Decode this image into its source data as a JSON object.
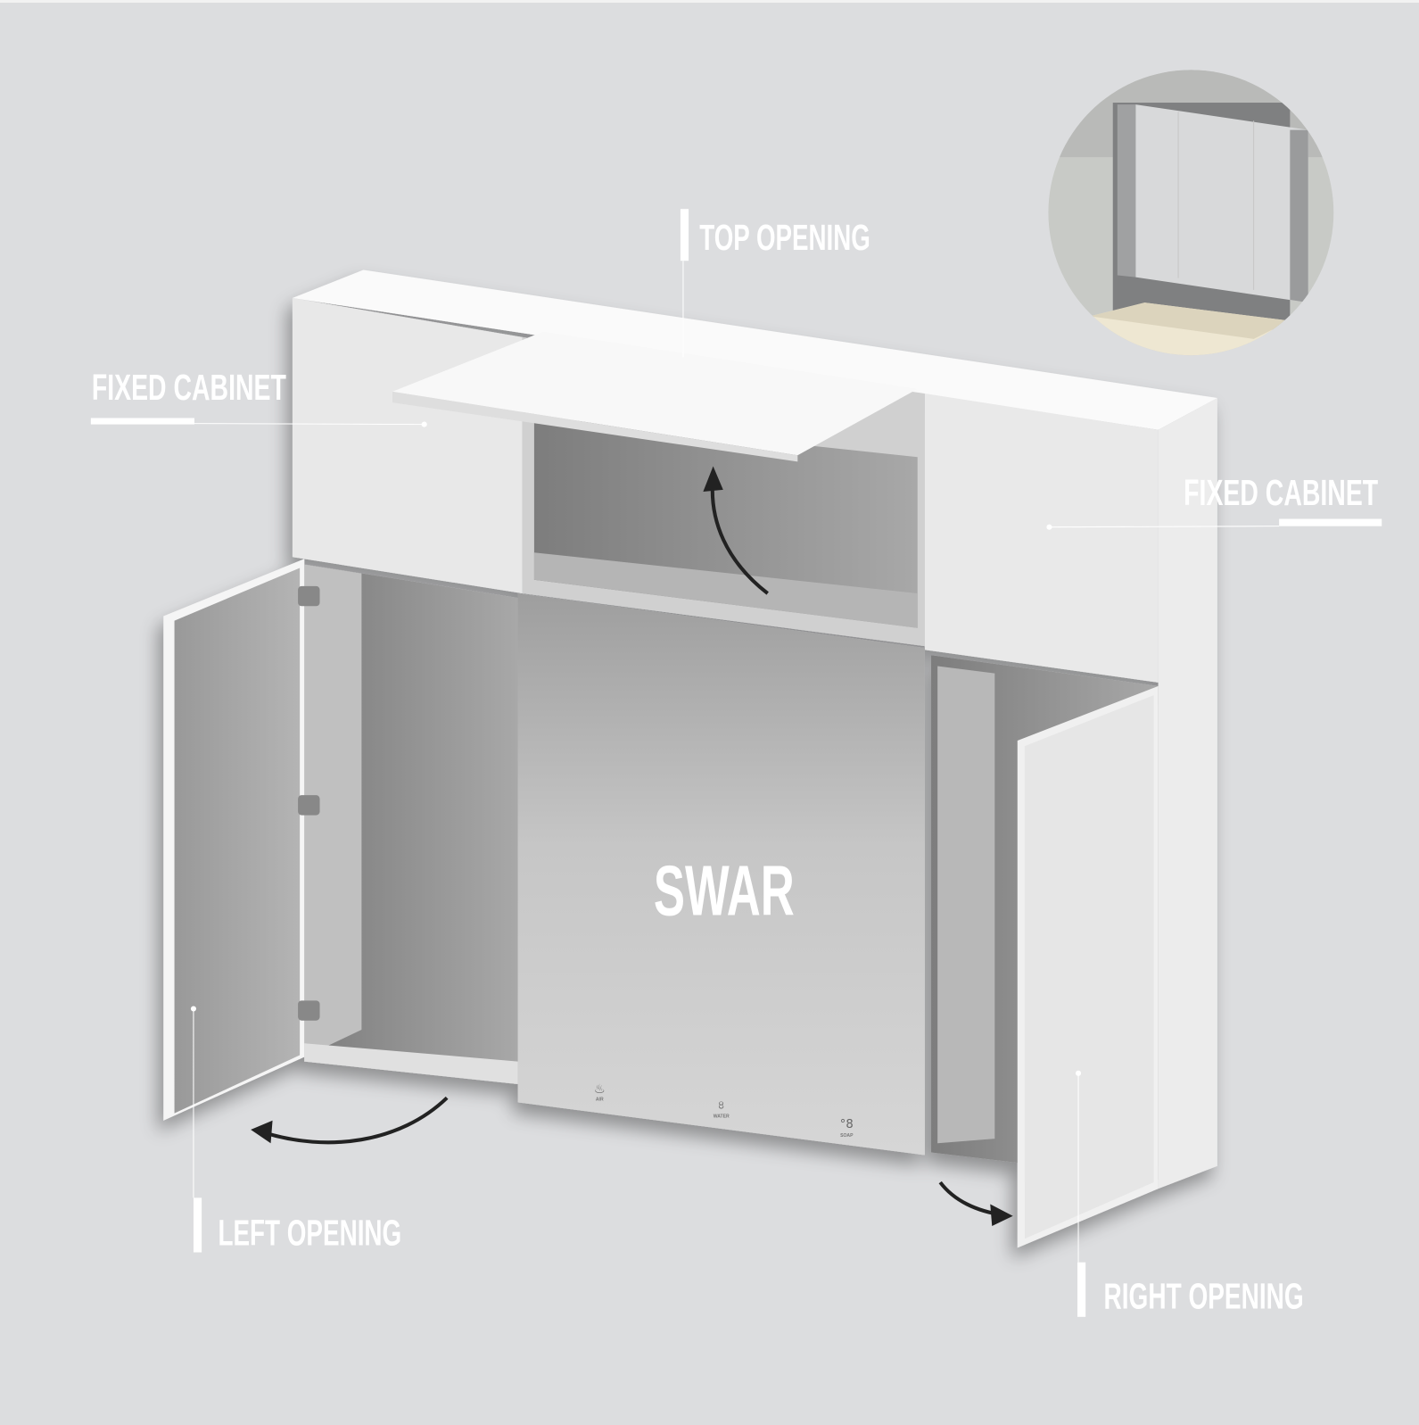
{
  "labels": {
    "top_opening": "TOP OPENING",
    "fixed_cabinet_left": "FIXED CABINET",
    "fixed_cabinet_right": "FIXED CABINET",
    "left_opening": "LEFT OPENING",
    "right_opening": "RIGHT OPENING",
    "brand": "SWAR"
  },
  "mirror_icons": [
    {
      "icon": "air-icon",
      "label": "AIR"
    },
    {
      "icon": "water-icon",
      "label": "WATER"
    },
    {
      "icon": "soap-icon",
      "label": "SOAP"
    }
  ],
  "colors": {
    "background": "#dcdddf",
    "cabinet_white": "#f4f4f4",
    "mirror_gray": "#c8c8c8",
    "arrow": "#222222",
    "label": "#ffffff"
  }
}
